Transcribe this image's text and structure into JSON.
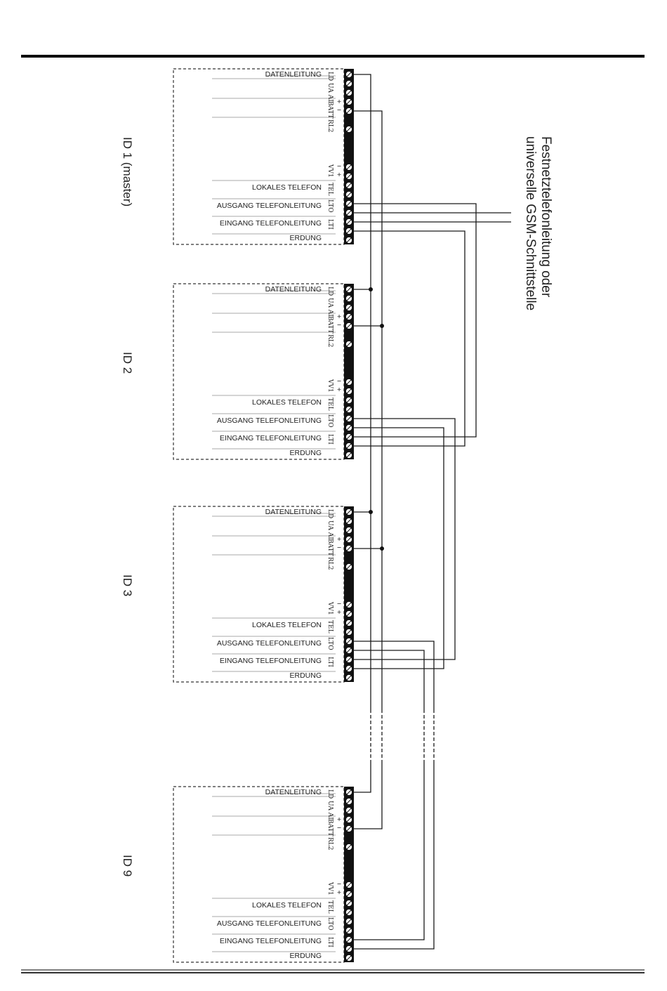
{
  "side_label": {
    "line1": "Festnetztelefonleitung oder",
    "line2": "universelle GSM-Schnittstelle"
  },
  "units": [
    {
      "id_label": "ID 1 (master)"
    },
    {
      "id_label": "ID 2"
    },
    {
      "id_label": "ID 3"
    },
    {
      "id_label": "ID 9"
    }
  ],
  "terminal_labels": {
    "datenleitung": "DATENLEITUNG",
    "lokales_telefon": "LOKALES TELEFON",
    "ausgang": "AUSGANG TELEFONLEITUNG",
    "eingang": "EINGANG TELEFONLEITUNG",
    "erdung": "ERDUNG"
  },
  "group_labels": {
    "ld_ua_ai": "LD UA AI",
    "batt": "BATT",
    "plus": "+",
    "minus": "−",
    "rl2": "RL2",
    "vv1": "VV1",
    "tel": "TEL",
    "lto": "LTO",
    "lti": "LTI"
  },
  "colors": {
    "line": "#1a1a1a",
    "dashed_box": "#333333",
    "rule": "#aaaaaa"
  }
}
